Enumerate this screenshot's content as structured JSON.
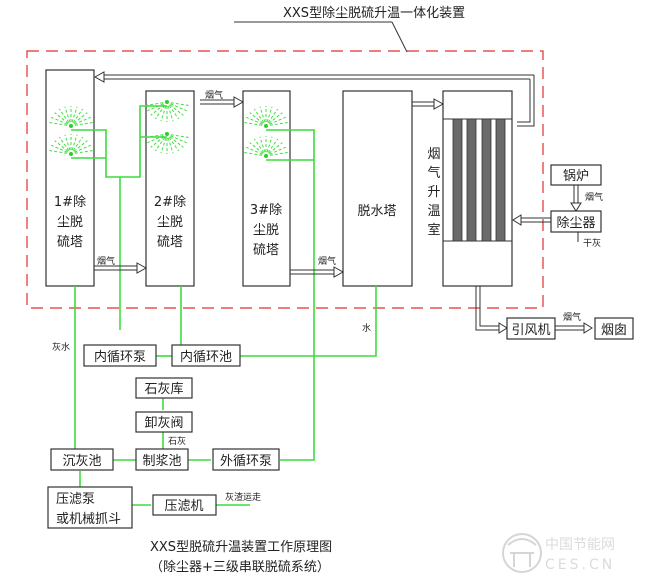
{
  "header": {
    "title": "XXS型除尘脱硫升温一体化装置"
  },
  "towers": [
    {
      "line1": "1#除",
      "line2": "尘脱",
      "line3": "硫塔"
    },
    {
      "line1": "2#除",
      "line2": "尘脱",
      "line3": "硫塔"
    },
    {
      "line1": "3#除",
      "line2": "尘脱",
      "line3": "硫塔"
    }
  ],
  "dewater_tower": "脱水塔",
  "heating_room": [
    "烟",
    "气",
    "升",
    "温",
    "室"
  ],
  "boxes": {
    "boiler": "锅炉",
    "dust_collector": "除尘器",
    "fan": "引风机",
    "chimney": "烟囱",
    "inner_pump": "内循环泵",
    "inner_pool": "内循环池",
    "lime_store": "石灰库",
    "unload_valve": "卸灰阀",
    "sediment_pool": "沉灰池",
    "slurry_pool": "制浆池",
    "outer_pump": "外循环泵",
    "filter_pump_line1": "压滤泵",
    "filter_pump_line2": "或机械抓斗",
    "filter_press": "压滤机"
  },
  "labels": {
    "flue_gas": "烟气",
    "dry_ash": "干灰",
    "water": "水",
    "ash_water": "灰水",
    "lime": "石灰",
    "slag_out": "灰渣运走"
  },
  "caption": {
    "line1": "XXS型脱硫升温装置工作原理图",
    "line2": "（除尘器+三级串联脱硫系统）"
  },
  "watermark": {
    "cn": "中国节能网",
    "en": "CES.CN"
  },
  "colors": {
    "pipe": "#3ddc3d",
    "frame": "#e03030",
    "line": "#333333"
  }
}
